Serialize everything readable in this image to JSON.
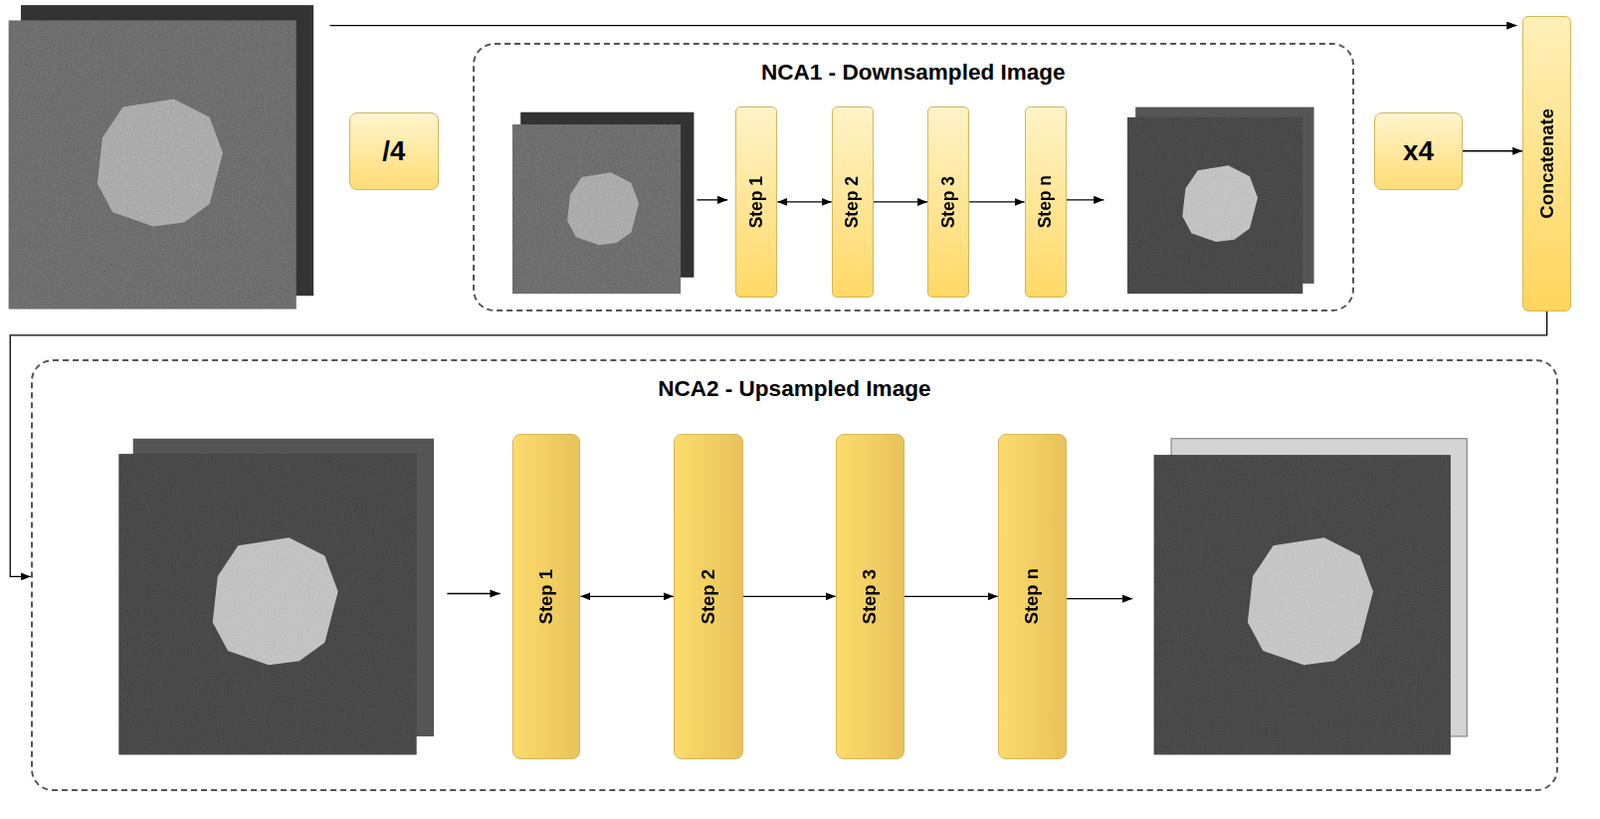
{
  "diagram": {
    "nodes": [
      {
        "text": [
          "/4"
        ]
      },
      {
        "text": [
          "NCA1 - Downsampled Image"
        ]
      },
      {
        "text": [
          "Step 1"
        ],
        "in": 1
      },
      {
        "text": [
          "Step 2"
        ],
        "in": 1
      },
      {
        "text": [
          "Step 3"
        ],
        "in": 1
      },
      {
        "text": [
          "Step n"
        ],
        "in": 1
      },
      {
        "text": [
          "x4"
        ]
      },
      {
        "text": [
          "Concatenate"
        ]
      },
      {
        "text": [
          "NCA2 - Upsampled Image"
        ]
      },
      {
        "text": [
          "Step 1"
        ],
        "in": 8
      },
      {
        "text": [
          "Step 2"
        ],
        "in": 8
      },
      {
        "text": [
          "Step 3"
        ],
        "in": 8
      },
      {
        "text": [
          "Step n"
        ],
        "in": 8
      }
    ],
    "edges": [
      {
        "from": 2,
        "to": 3,
        "arrow": "both"
      },
      {
        "from": 3,
        "to": 4,
        "arrow": "to"
      },
      {
        "from": 4,
        "to": 5,
        "arrow": "to"
      },
      {
        "from": 6,
        "to": 7,
        "arrow": "to"
      },
      {
        "from": 7,
        "to": 8,
        "arrow": "to"
      },
      {
        "from": 9,
        "to": 10,
        "arrow": "both"
      },
      {
        "from": 10,
        "to": 11,
        "arrow": "to"
      },
      {
        "from": 11,
        "to": 12,
        "arrow": "to"
      }
    ]
  }
}
